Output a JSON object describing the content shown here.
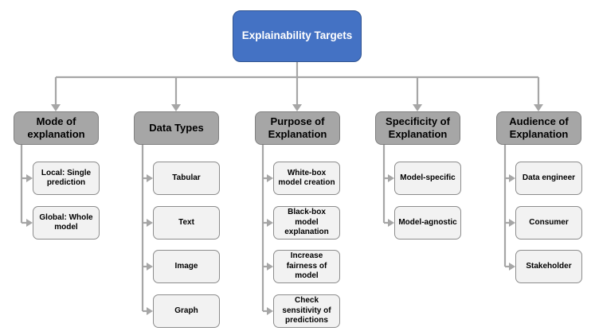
{
  "root": {
    "label": "Explainability Targets"
  },
  "categories": [
    {
      "label": "Mode of explanation",
      "items": [
        "Local: Single prediction",
        "Global: Whole model"
      ]
    },
    {
      "label": "Data Types",
      "items": [
        "Tabular",
        "Text",
        "Image",
        "Graph"
      ]
    },
    {
      "label": "Purpose of Explanation",
      "items": [
        "White-box model creation",
        "Black-box model explanation",
        "Increase fairness of model",
        "Check sensitivity of predictions"
      ]
    },
    {
      "label": "Specificity of Explanation",
      "items": [
        "Model-specific",
        "Model-agnostic"
      ]
    },
    {
      "label": "Audience of Explanation",
      "items": [
        "Data engineer",
        "Consumer",
        "Stakeholder"
      ]
    }
  ],
  "colors": {
    "root_fill": "#4472c4",
    "category_fill": "#a6a6a6",
    "leaf_fill": "#f2f2f2",
    "connector": "#a6a6a6"
  }
}
